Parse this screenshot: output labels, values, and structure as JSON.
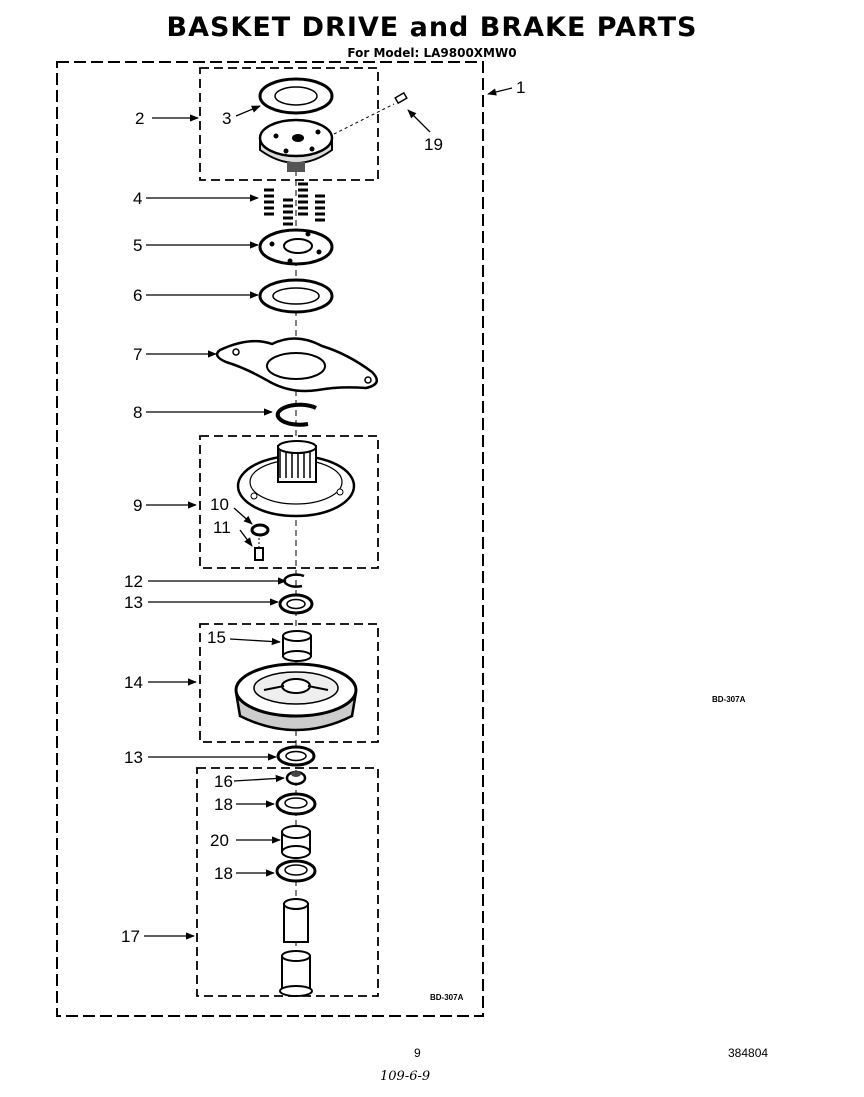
{
  "header": {
    "title": "BASKET DRIVE and BRAKE PARTS",
    "model": "For Model: LA9800XMW0"
  },
  "labels": {
    "l1": "1",
    "l2": "2",
    "l3": "3",
    "l4": "4",
    "l5": "5",
    "l6": "6",
    "l7": "7",
    "l8": "8",
    "l9": "9",
    "l10": "10",
    "l11": "11",
    "l12": "12",
    "l13a": "13",
    "l13b": "13",
    "l14": "14",
    "l15": "15",
    "l16": "16",
    "l17": "17",
    "l18a": "18",
    "l18b": "18",
    "l19": "19",
    "l20": "20"
  },
  "refs": {
    "drawing_code_inner": "BD-307A",
    "drawing_code_outer": "BD-307A"
  },
  "footer": {
    "page": "9",
    "doc": "384804",
    "handwritten": "109-6-9"
  }
}
